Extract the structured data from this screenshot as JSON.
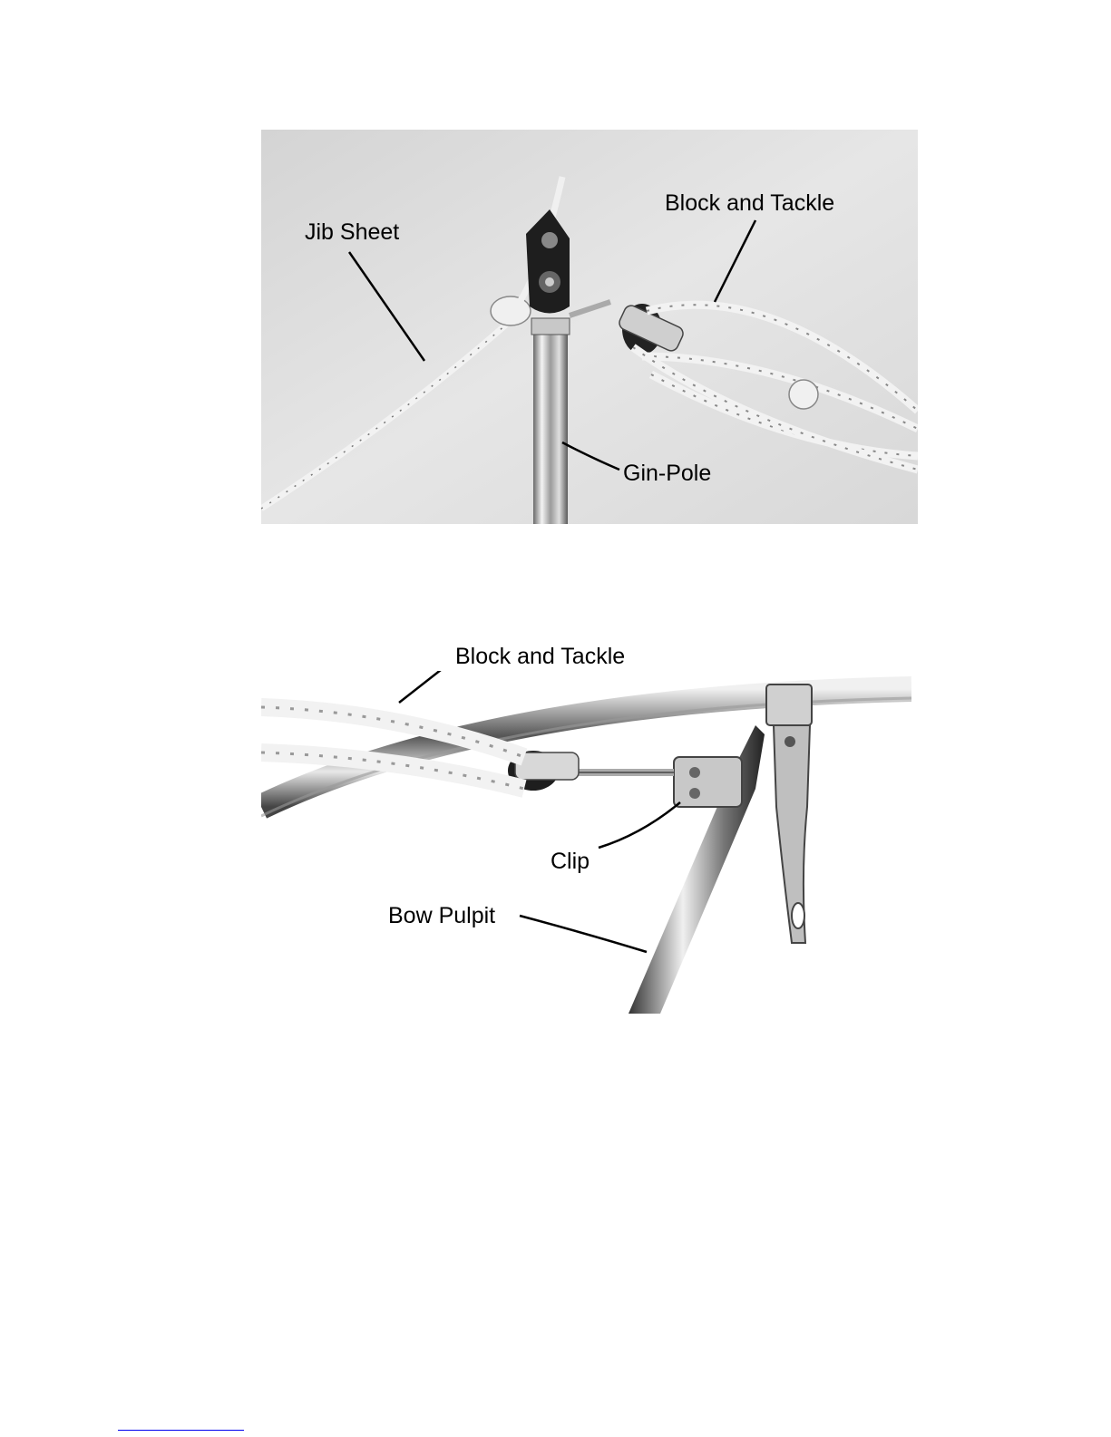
{
  "figure_top": {
    "labels": {
      "jib_sheet": "Jib Sheet",
      "block_and_tackle": "Block and Tackle",
      "gin_pole": "Gin-Pole"
    }
  },
  "figure_bottom": {
    "labels": {
      "block_and_tackle": "Block and Tackle",
      "clip": "Clip",
      "bow_pulpit": "Bow Pulpit"
    }
  }
}
